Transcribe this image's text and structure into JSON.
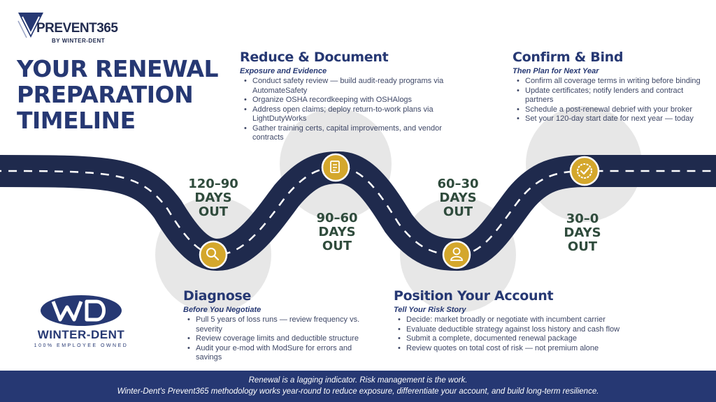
{
  "brand": {
    "product": "PREVENT365",
    "by_line": "BY WINTER-DENT",
    "company": "WINTER-DENT",
    "tagline": "100% EMPLOYEE OWNED"
  },
  "title": "YOUR RENEWAL PREPARATION TIMELINE",
  "phases": [
    {
      "label_line1": "120–90",
      "label_line2": "DAYS",
      "label_line3": "OUT"
    },
    {
      "label_line1": "90–60",
      "label_line2": "DAYS",
      "label_line3": "OUT"
    },
    {
      "label_line1": "60–30",
      "label_line2": "DAYS",
      "label_line3": "OUT"
    },
    {
      "label_line1": "30–0",
      "label_line2": "DAYS",
      "label_line3": "OUT"
    }
  ],
  "sections": {
    "reduce": {
      "title": "Reduce & Document",
      "subtitle": "Exposure and Evidence",
      "items": [
        "Conduct safety review — build audit-ready programs via AutomateSafety",
        "Organize OSHA recordkeeping with OSHAlogs",
        "Address open claims; deploy return-to-work plans via LightDutyWorks",
        "Gather training certs, capital improvements, and vendor contracts"
      ]
    },
    "confirm": {
      "title": "Confirm & Bind",
      "subtitle": "Then Plan for Next Year",
      "items": [
        "Confirm all coverage terms in writing before binding",
        "Update certificates; notify lenders and contract partners",
        "Schedule a post-renewal debrief with your broker",
        "Set your 120-day start date for next year — today"
      ]
    },
    "diagnose": {
      "title": "Diagnose",
      "subtitle": "Before You Negotiate",
      "items": [
        "Pull 5 years of loss runs — review frequency vs. severity",
        "Review coverage limits and deductible structure",
        "Audit your e-mod with ModSure for errors and savings"
      ]
    },
    "position": {
      "title": "Position Your Account",
      "subtitle": "Tell Your Risk Story",
      "items": [
        "Decide: market broadly or negotiate with incumbent carrier",
        "Evaluate deductible strategy against loss history and cash flow",
        "Submit a complete, documented renewal package",
        "Review quotes on total cost of risk — not premium alone"
      ]
    }
  },
  "footer": {
    "line1": "Renewal is a lagging indicator. Risk management is the work.",
    "line2": "Winter-Dent's Prevent365 methodology works year-round to reduce exposure, differentiate your account, and build long-term resilience."
  },
  "icons": [
    "search-icon",
    "document-icon",
    "user-icon",
    "check-badge-icon"
  ],
  "colors": {
    "navy": "#263873",
    "road": "#1f2a4d",
    "gold": "#d4a72c",
    "green": "#2f4b3c",
    "circle": "#e6e6e6"
  }
}
